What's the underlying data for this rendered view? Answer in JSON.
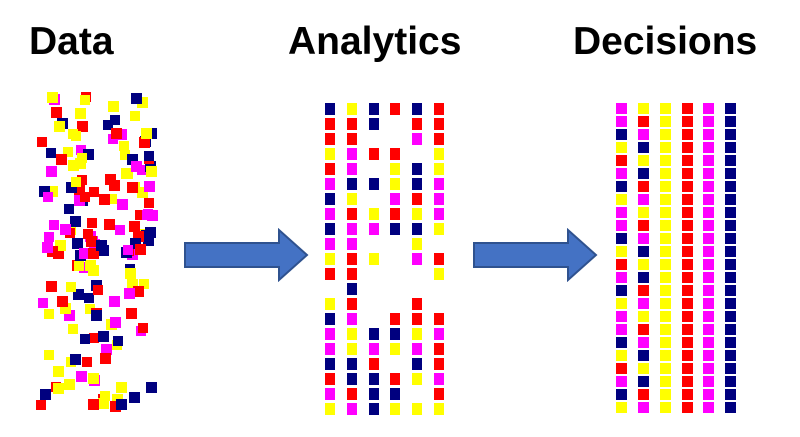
{
  "headings": {
    "data": "Data",
    "analytics": "Analytics",
    "decisions": "Decisions"
  },
  "colors": {
    "magenta": "#ff00ff",
    "red": "#ff0000",
    "yellow": "#ffff00",
    "navy": "#00007f",
    "arrow_fill": "#4472c4",
    "arrow_stroke": "#2f528f"
  }
}
